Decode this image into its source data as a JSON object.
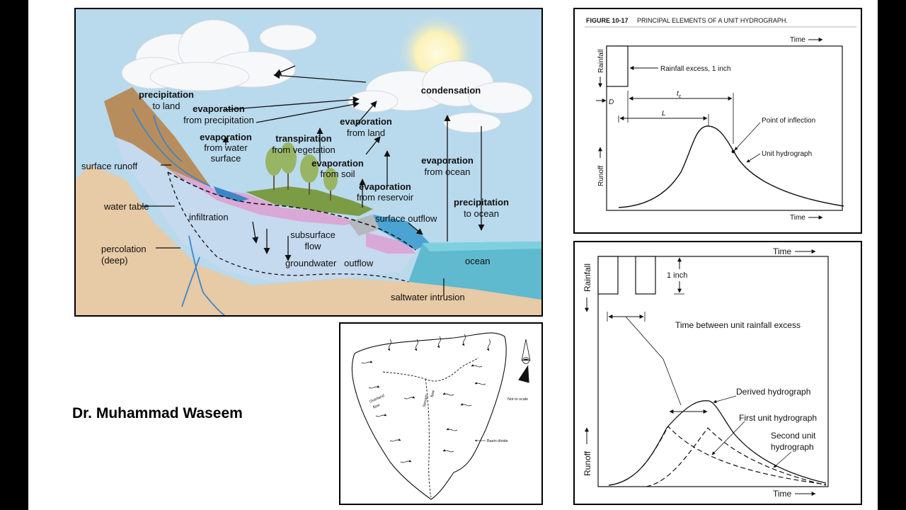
{
  "author": "Dr. Muhammad Waseem",
  "water_cycle": {
    "precipitation_land_1": "precipitation",
    "precipitation_land_2": "to land",
    "evap_precip_1": "evaporation",
    "evap_precip_2": "from precipitation",
    "evap_water_1": "evaporation",
    "evap_water_2": "from water",
    "evap_water_3": "surface",
    "transpiration_1": "transpiration",
    "transpiration_2": "from vegetation",
    "evap_land_1": "evaporation",
    "evap_land_2": "from land",
    "evap_soil_1": "evaporation",
    "evap_soil_2": "from soil",
    "evap_reservoir_1": "evaporation",
    "evap_reservoir_2": "from reservoir",
    "condensation": "condensation",
    "evap_ocean_1": "evaporation",
    "evap_ocean_2": "from ocean",
    "precip_ocean_1": "precipitation",
    "precip_ocean_2": "to ocean",
    "surface_runoff": "surface runoff",
    "water_table": "water table",
    "infiltration": "infiltration",
    "subsurface_1": "subsurface",
    "subsurface_2": "flow",
    "surface_outflow": "surface outflow",
    "percolation_1": "percolation",
    "percolation_2": "(deep)",
    "groundwater_outflow": "groundwater   outflow",
    "ocean": "ocean",
    "saltwater_intrusion": "saltwater intrusion"
  },
  "unit_hydrograph": {
    "figure_number": "FIGURE 10-17",
    "figure_title": "PRINCIPAL ELEMENTS OF A UNIT HYDROGRAPH.",
    "time_top": "Time",
    "time_bottom": "Time",
    "rainfall_axis": "Rainfall",
    "runoff_axis": "Runoff",
    "rainfall_excess": "Rainfall excess, 1 inch",
    "d_label": "D",
    "tc_label": "t",
    "tc_sub": "c",
    "l_label": "L",
    "inflection": "Point of inflection",
    "unit_hydrograph": "Unit hydrograph"
  },
  "basin": {
    "overland_1": "Overland",
    "overland_2": "flow",
    "stream_1": "Stream",
    "stream_2": "flow",
    "basin_divide": "Basin divide",
    "not_to_scale": "Not to scale"
  },
  "superposition": {
    "time_top": "Time",
    "time_bottom": "Time",
    "rainfall_axis": "Rainfall",
    "runoff_axis": "Runoff",
    "one_inch": "1 inch",
    "time_between": "Time between unit rainfall excess",
    "derived": "Derived hydrograph",
    "first_unit": "First unit hydrograph",
    "second_unit_1": "Second unit",
    "second_unit_2": "hydrograph"
  },
  "colors": {
    "sky": "#b9d9ec",
    "ground": "#e7caa6",
    "groundwater": "#c5d9ef",
    "ocean": "#5fb9cf",
    "vegetation": "#7c9b45"
  }
}
